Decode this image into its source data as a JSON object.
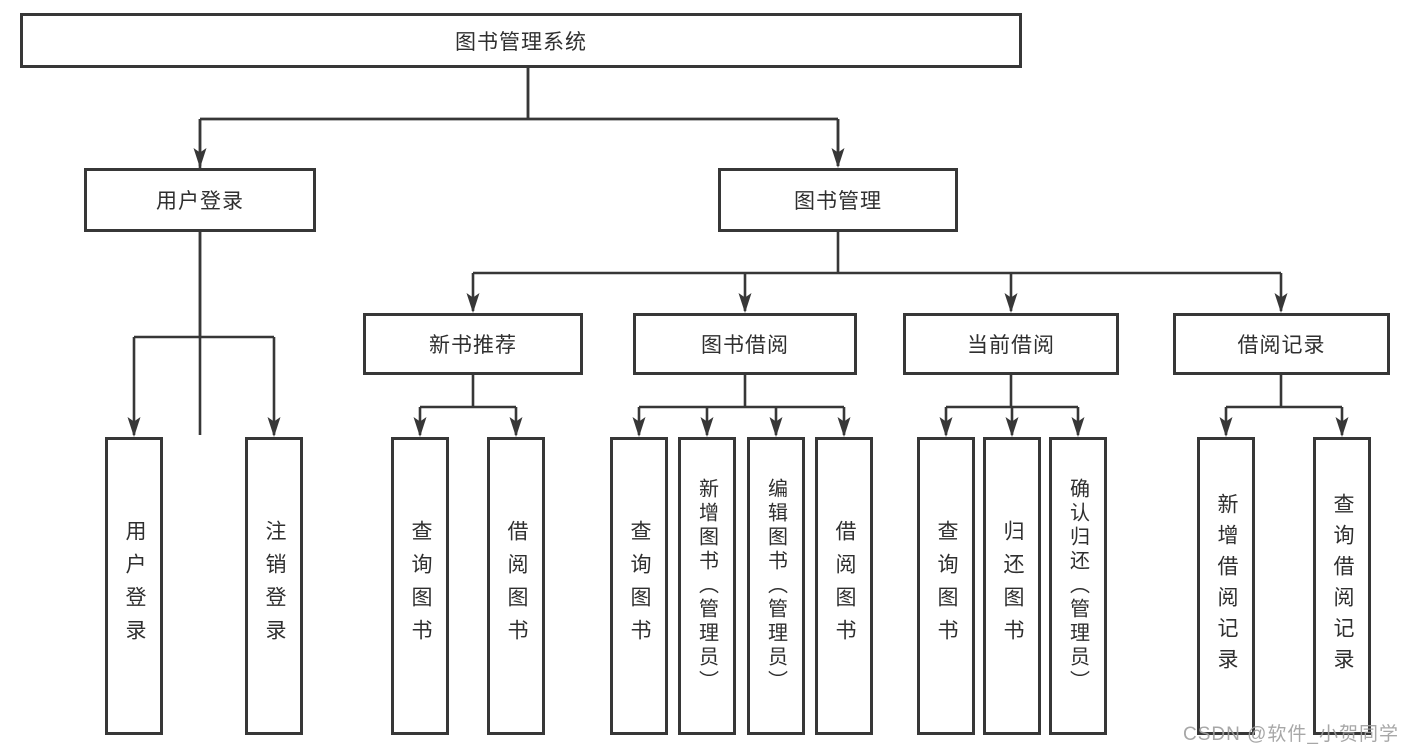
{
  "diagram": {
    "root": {
      "label": "图书管理系统"
    },
    "level2": [
      {
        "label": "用户登录"
      },
      {
        "label": "图书管理"
      }
    ],
    "level3": [
      {
        "label": "新书推荐",
        "parent": "图书管理"
      },
      {
        "label": "图书借阅",
        "parent": "图书管理"
      },
      {
        "label": "当前借阅",
        "parent": "图书管理"
      },
      {
        "label": "借阅记录",
        "parent": "图书管理"
      }
    ],
    "leaves": [
      {
        "label": "用户登录",
        "parent": "用户登录"
      },
      {
        "label": "注销登录",
        "parent": "用户登录"
      },
      {
        "label": "查询图书",
        "parent": "新书推荐"
      },
      {
        "label": "借阅图书",
        "parent": "新书推荐"
      },
      {
        "label": "查询图书",
        "parent": "图书借阅"
      },
      {
        "label": "新增图书（管理员）",
        "parent": "图书借阅"
      },
      {
        "label": "编辑图书（管理员）",
        "parent": "图书借阅"
      },
      {
        "label": "借阅图书",
        "parent": "图书借阅"
      },
      {
        "label": "查询图书",
        "parent": "当前借阅"
      },
      {
        "label": "归还图书",
        "parent": "当前借阅"
      },
      {
        "label": "确认归还（管理员）",
        "parent": "当前借阅"
      },
      {
        "label": "新增借阅记录",
        "parent": "借阅记录"
      },
      {
        "label": "查询借阅记录",
        "parent": "借阅记录"
      }
    ]
  },
  "watermark": {
    "text": "CSDN @软件_小贺同学"
  },
  "colors": {
    "line": "#373737",
    "box_border": "#373737",
    "box_fill": "#ffffff",
    "text": "#2f2f2f",
    "watermark": "#9e9e9e",
    "background": "#ffffff"
  }
}
